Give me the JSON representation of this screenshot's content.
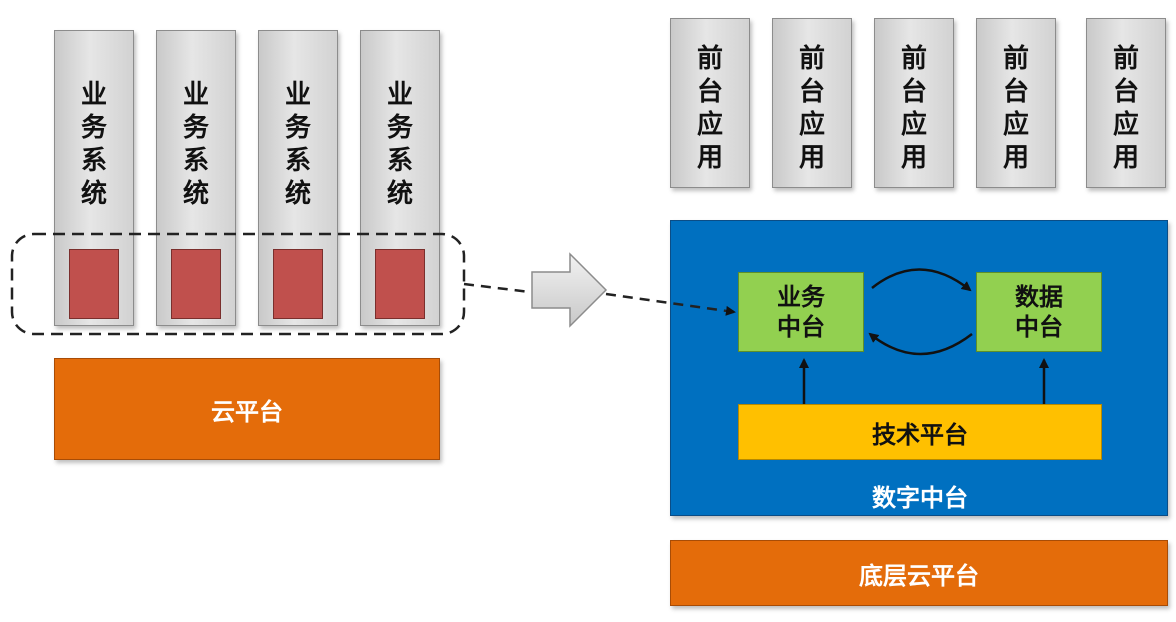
{
  "left": {
    "business_systems": [
      {
        "label": [
          "业",
          "务",
          "系",
          "统"
        ]
      },
      {
        "label": [
          "业",
          "务",
          "系",
          "统"
        ]
      },
      {
        "label": [
          "业",
          "务",
          "系",
          "统"
        ]
      },
      {
        "label": [
          "业",
          "务",
          "系",
          "统"
        ]
      }
    ],
    "cloud_platform": "云平台"
  },
  "right": {
    "front_apps": [
      {
        "label": [
          "前",
          "台",
          "应",
          "用"
        ]
      },
      {
        "label": [
          "前",
          "台",
          "应",
          "用"
        ]
      },
      {
        "label": [
          "前",
          "台",
          "应",
          "用"
        ]
      },
      {
        "label": [
          "前",
          "台",
          "应",
          "用"
        ]
      },
      {
        "label": [
          "前",
          "台",
          "应",
          "用"
        ]
      }
    ],
    "business_middle": {
      "line1": "业务",
      "line2": "中台"
    },
    "data_middle": {
      "line1": "数据",
      "line2": "中台"
    },
    "tech_platform": "技术平台",
    "digital_middle": "数字中台",
    "base_cloud": "底层云平台"
  },
  "colors": {
    "red": "#c0504d",
    "orange": "#e46c0a",
    "blue": "#0070c0",
    "green": "#92d050",
    "yellow": "#ffc000"
  }
}
